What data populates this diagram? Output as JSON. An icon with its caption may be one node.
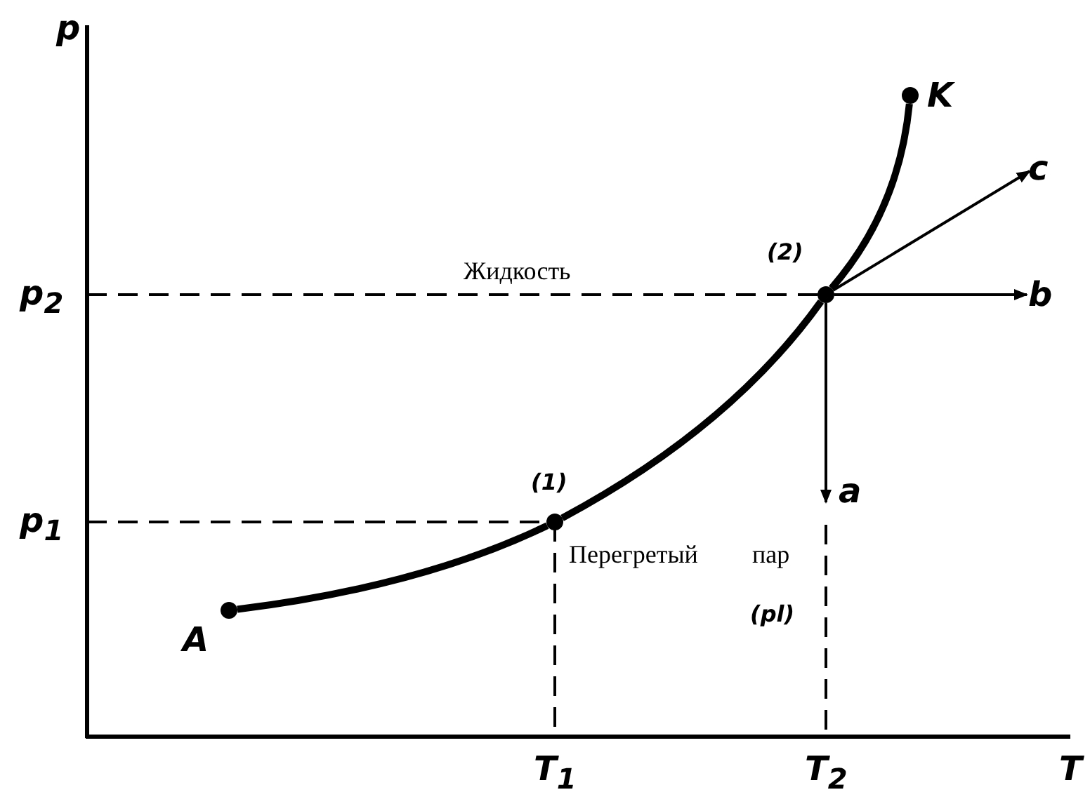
{
  "diagram": {
    "nodes": [
      {
        "text": [],
        "shape": "circle"
      },
      {
        "text": [],
        "shape": "circle"
      },
      {
        "text": [],
        "shape": "circle"
      },
      {
        "text": [],
        "shape": "circle"
      },
      {
        "text": [
          "a"
        ]
      },
      {
        "text": [
          "b"
        ]
      },
      {
        "text": [
          "c"
        ]
      }
    ],
    "edges": [
      {
        "from": 0,
        "to": 1,
        "arrow": "none",
        "style": "thick"
      },
      {
        "from": 1,
        "to": 2,
        "arrow": "none",
        "style": "thick"
      },
      {
        "from": 2,
        "to": 3,
        "arrow": "none",
        "style": "thick"
      },
      {
        "from": 2,
        "to": 4,
        "arrow": "to"
      },
      {
        "from": 2,
        "to": 5,
        "arrow": "to"
      },
      {
        "from": 2,
        "to": 6,
        "arrow": "to"
      }
    ],
    "labels": [
      "p",
      "K",
      "Жидкость",
      "(2)",
      "p$_{2}$",
      "(1)",
      "p$_{1}$",
      "Перегретый пар",
      "A",
      "(pl)",
      "T$_{1}$",
      "T$_{2}$",
      "T"
    ]
  }
}
